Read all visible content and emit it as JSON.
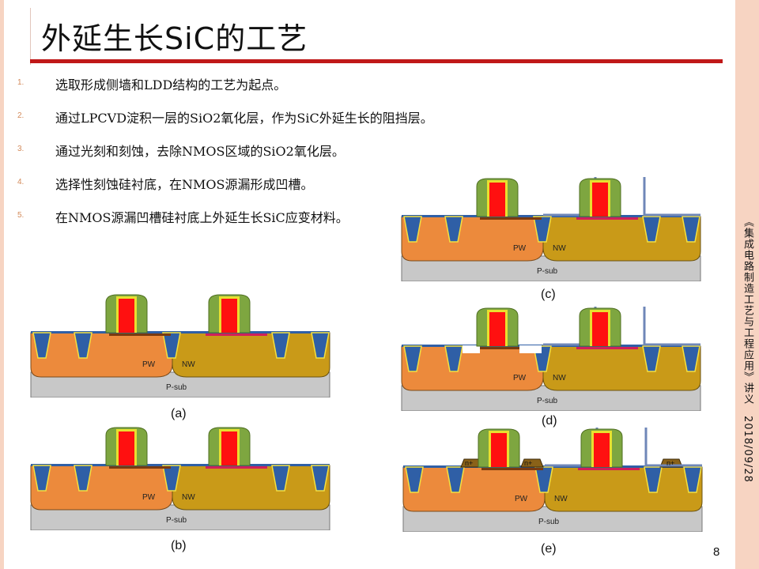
{
  "slide": {
    "title": "外延生长SiC的工艺",
    "page_number": "8",
    "side_caption": "《集成电路制造工艺与工程应用》讲义",
    "date": "2018/09/28"
  },
  "steps": [
    {
      "num": "1.",
      "text": "选取形成侧墙和LDD结构的工艺为起点。"
    },
    {
      "num": "2.",
      "text": "通过LPCVD淀积一层的SiO2氧化层，作为SiC外延生长的阻挡层。"
    },
    {
      "num": "3.",
      "text": "通过光刻和刻蚀，去除NMOS区域的SiO2氧化层。"
    },
    {
      "num": "4.",
      "text": "选择性刻蚀硅衬底，在NMOS源漏形成凹槽。"
    },
    {
      "num": "5.",
      "text": "在NMOS源漏凹槽硅衬底上外延生长SiC应变材料。"
    }
  ],
  "figures": [
    {
      "id": "c",
      "caption": "(c)",
      "labels": {
        "pw": "PW",
        "nw": "NW",
        "sub": "P-sub"
      }
    },
    {
      "id": "a",
      "caption": "(a)",
      "labels": {
        "pw": "PW",
        "nw": "NW",
        "sub": "P-sub"
      }
    },
    {
      "id": "d",
      "caption": "(d)",
      "labels": {
        "pw": "PW",
        "nw": "NW",
        "sub": "P-sub"
      }
    },
    {
      "id": "b",
      "caption": "(b)",
      "labels": {
        "pw": "PW",
        "nw": "NW",
        "sub": "P-sub"
      }
    },
    {
      "id": "e",
      "caption": "(e)",
      "labels": {
        "pw": "PW",
        "nw": "NW",
        "sub": "P-sub",
        "epi": "n+"
      }
    }
  ],
  "colors": {
    "accent_line": "#c01818",
    "pw_orange": "#ec8a3c",
    "nw_gold": "#c99a18",
    "sub_gray": "#c8c8c8",
    "sti_blue": "#2f5fa6",
    "gate_red": "#ff1010",
    "spacer_green": "#7ea640",
    "sic_brown": "#8a6218"
  }
}
